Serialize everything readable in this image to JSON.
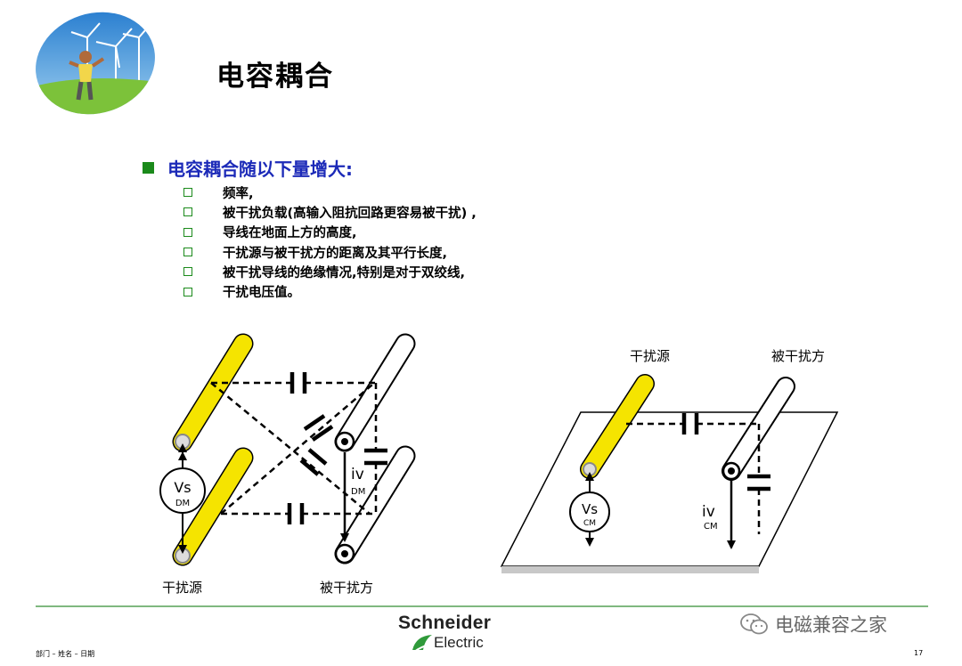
{
  "title": "电容耦合",
  "main_bullet": "电容耦合随以下量增大:",
  "sub_items": [
    "频率,",
    "被干扰负载(高输入阻抗回路更容易被干扰) ,",
    "导线在地面上方的高度,",
    "干扰源与被干扰方的距离及其平行长度,",
    "被干扰导线的绝缘情况,特别是对于双绞线,",
    "干扰电压值。"
  ],
  "diagram_dm": {
    "source_voltage_main": "Vs",
    "source_voltage_sub": "DM",
    "current_main": "iv",
    "current_sub": "DM",
    "source_label": "干扰源",
    "victim_label": "被干扰方"
  },
  "diagram_cm": {
    "source_label": "干扰源",
    "victim_label": "被干扰方",
    "source_voltage_main": "Vs",
    "source_voltage_sub": "CM",
    "current_main": "iv",
    "current_sub": "CM"
  },
  "footer": {
    "brand_line1": "Schneider",
    "brand_line2": "Electric",
    "left_text": "部门 – 姓名 – 日期",
    "page_number": "17",
    "watermark": "电磁兼容之家"
  },
  "colors": {
    "accent_green": "#1b8a1b",
    "bullet_blue": "#1c2ab8",
    "wire_yellow": "#f5e400"
  }
}
